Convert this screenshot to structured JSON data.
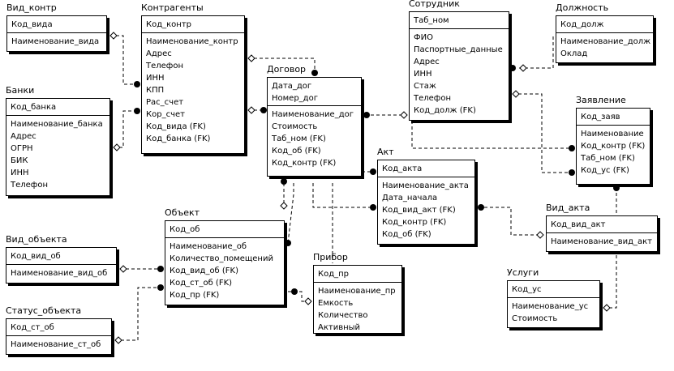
{
  "entities": {
    "vid_kontr": {
      "title": "Вид_контр",
      "pk": [
        "Код_вида"
      ],
      "attrs": [
        "Наименование_вида"
      ]
    },
    "banki": {
      "title": "Банки",
      "pk": [
        "Код_банка"
      ],
      "attrs": [
        "Наименование_банка",
        "Адрес",
        "ОГРН",
        "БИК",
        "ИНН",
        "Телефон"
      ]
    },
    "kontragenty": {
      "title": "Контрагенты",
      "pk": [
        "Код_контр"
      ],
      "attrs": [
        "Наименование_контр",
        "Адрес",
        "Телефон",
        "ИНН",
        "КПП",
        "Рас_счет",
        "Кор_счет",
        "Код_вида (FK)",
        "Код_банка (FK)"
      ]
    },
    "dogovor": {
      "title": "Договор",
      "pk": [
        "Дата_дог",
        "Номер_дог"
      ],
      "attrs": [
        "Наименование_дог",
        "Стоимость",
        "Таб_ном (FK)",
        "Код_об (FK)",
        "Код_контр (FK)"
      ]
    },
    "sotrudnik": {
      "title": "Сотрудник",
      "pk": [
        "Таб_ном"
      ],
      "attrs": [
        "ФИО",
        "Паспортные_данные",
        "Адрес",
        "ИНН",
        "Стаж",
        "Телефон",
        "Код_долж (FK)"
      ]
    },
    "dolzhnost": {
      "title": "Должность",
      "pk": [
        "Код_долж"
      ],
      "attrs": [
        "Наименование_долж",
        "Оклад"
      ]
    },
    "zayavlenie": {
      "title": "Заявление",
      "pk": [
        "Код_заяв"
      ],
      "attrs": [
        "Наименование",
        "Код_контр (FK)",
        "Таб_ном (FK)",
        "Код_ус (FK)"
      ]
    },
    "akt": {
      "title": "Акт",
      "pk": [
        "Код_акта"
      ],
      "attrs": [
        "Наименование_акта",
        "Дата_начала",
        "Код_вид_акт (FK)",
        "Код_контр (FK)",
        "Код_об (FK)"
      ]
    },
    "vid_akta": {
      "title": "Вид_акта",
      "pk": [
        "Код_вид_акт"
      ],
      "attrs": [
        "Наименование_вид_акт"
      ]
    },
    "uslugi": {
      "title": "Услуги",
      "pk": [
        "Код_ус"
      ],
      "attrs": [
        "Наименование_ус",
        "Стоимость"
      ]
    },
    "obekt": {
      "title": "Объект",
      "pk": [
        "Код_об"
      ],
      "attrs": [
        "Наименование_об",
        "Количество_помещений",
        "Код_вид_об (FK)",
        "Код_ст_об (FK)",
        "Код_пр (FK)"
      ]
    },
    "vid_obekta": {
      "title": "Вид_объекта",
      "pk": [
        "Код_вид_об"
      ],
      "attrs": [
        "Наименование_вид_об"
      ]
    },
    "status_obekta": {
      "title": "Статус_объекта",
      "pk": [
        "Код_ст_об"
      ],
      "attrs": [
        "Наименование_ст_об"
      ]
    },
    "pribor": {
      "title": "Прибор",
      "pk": [
        "Код_пр"
      ],
      "attrs": [
        "Наименование_пр",
        "Емкость",
        "Количество",
        "Активный"
      ]
    }
  },
  "relationships": [
    {
      "from": "vid_kontr",
      "to": "kontragenty",
      "style": "dashed"
    },
    {
      "from": "banki",
      "to": "kontragenty",
      "style": "dashed"
    },
    {
      "from": "kontragenty",
      "to": "dogovor",
      "style": "dashed"
    },
    {
      "from": "kontragenty",
      "to": "dogovor",
      "style": "dashed"
    },
    {
      "from": "sotrudnik",
      "to": "dogovor",
      "style": "dashed"
    },
    {
      "from": "dolzhnost",
      "to": "sotrudnik",
      "style": "dashed"
    },
    {
      "from": "sotrudnik",
      "to": "zayavlenie",
      "style": "dashed"
    },
    {
      "from": "dogovor",
      "to": "zayavlenie",
      "style": "dashed"
    },
    {
      "from": "uslugi",
      "to": "zayavlenie",
      "style": "dashed"
    },
    {
      "from": "dogovor",
      "to": "akt",
      "style": "dashed"
    },
    {
      "from": "vid_akta",
      "to": "akt",
      "style": "dashed"
    },
    {
      "from": "vid_obekta",
      "to": "obekt",
      "style": "dashed"
    },
    {
      "from": "status_obekta",
      "to": "obekt",
      "style": "dashed"
    },
    {
      "from": "pribor",
      "to": "obekt",
      "style": "dashed"
    },
    {
      "from": "dogovor",
      "to": "obekt",
      "style": "dashed"
    },
    {
      "from": "dogovor",
      "to": "pribor",
      "style": "dashed"
    }
  ]
}
